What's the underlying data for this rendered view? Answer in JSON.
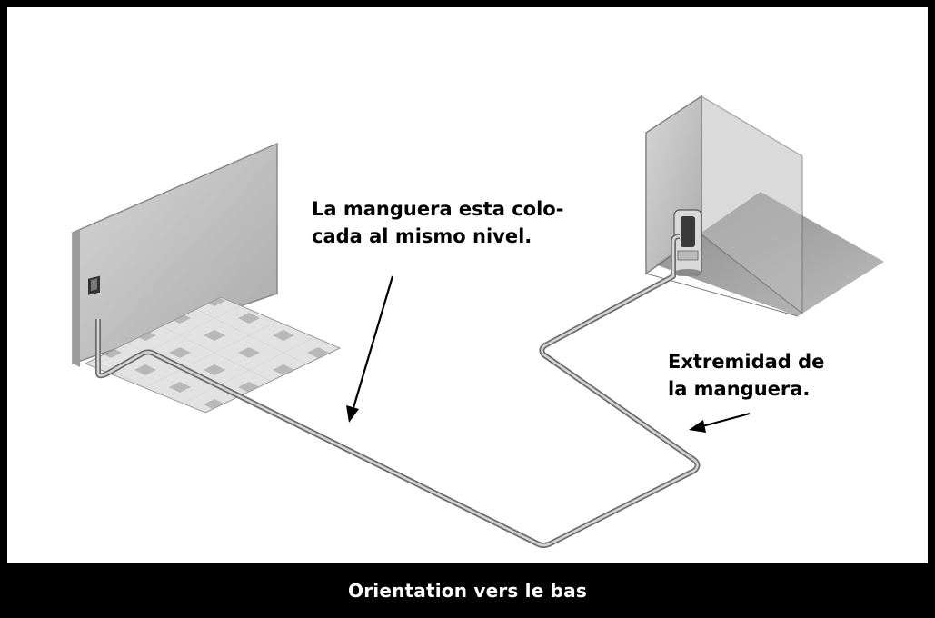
{
  "diagram": {
    "callout_hose_level": {
      "line1": "La manguera esta colo-",
      "line2": "cada al mismo nivel."
    },
    "callout_hose_end": {
      "line1": "Extremidad de",
      "line2": "la manguera."
    }
  },
  "caption": "Orientation vers le bas",
  "colors": {
    "frame": "#000000",
    "background": "#ffffff",
    "caption_text": "#ffffff",
    "wall": "#c9c9c9",
    "floor_tile": "#dcdcdc",
    "hose": "#9a9a9a"
  }
}
